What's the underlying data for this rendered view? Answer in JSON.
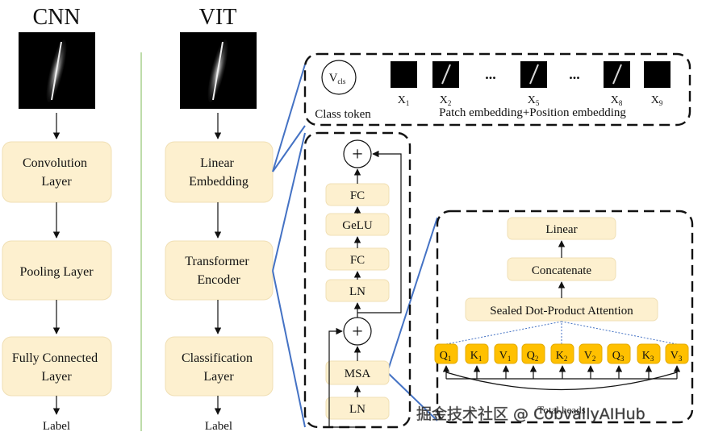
{
  "cnn": {
    "title": "CNN",
    "layers": [
      "Convolution Layer",
      "Pooling Layer",
      "Fully Connected Layer"
    ],
    "label": "Label"
  },
  "vit": {
    "title": "VIT",
    "layers": [
      "Linear Embedding",
      "Transformer Encoder",
      "Classification Layer"
    ],
    "label": "Label"
  },
  "embedding": {
    "class_token_symbol": "V",
    "class_token_subscript": "cls",
    "class_token_label": "Class token",
    "patches": [
      {
        "name": "X",
        "sub": "1"
      },
      {
        "name": "X",
        "sub": "2"
      },
      {
        "name": "X",
        "sub": "5"
      },
      {
        "name": "X",
        "sub": "8"
      },
      {
        "name": "X",
        "sub": "9"
      }
    ],
    "ellipsis": "...",
    "caption": "Patch embedding+Position embedding"
  },
  "encoder": {
    "plus_symbol": "+",
    "blocks": [
      "FC",
      "GeLU",
      "FC",
      "LN",
      "MSA",
      "LN"
    ]
  },
  "attention": {
    "blocks": [
      "Linear",
      "Concatenate",
      "Sealed Dot-Product Attention"
    ],
    "qkv": [
      {
        "name": "Q",
        "sub": "1"
      },
      {
        "name": "K",
        "sub": "1"
      },
      {
        "name": "V",
        "sub": "1"
      },
      {
        "name": "Q",
        "sub": "2"
      },
      {
        "name": "K",
        "sub": "2"
      },
      {
        "name": "V",
        "sub": "2"
      },
      {
        "name": "Q",
        "sub": "3"
      },
      {
        "name": "K",
        "sub": "3"
      },
      {
        "name": "V",
        "sub": "3"
      }
    ],
    "heads_label": "Total heads"
  },
  "watermark": "掘金技术社区 @ CobvallyAIHub",
  "colors": {
    "block_fill": "#fdf0cf",
    "qkv_fill": "#ffc000",
    "connector_blue": "#4472c4",
    "separator_green": "#a9d18e"
  }
}
